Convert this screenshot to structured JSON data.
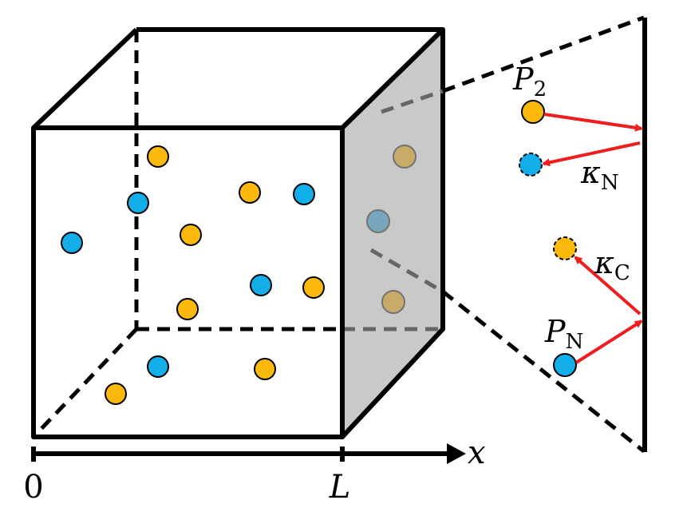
{
  "colors": {
    "orange_particle": "#FBBA0B",
    "blue_particle": "#11AEEA",
    "wall_fill": "#C9C9C9",
    "arrow": "#EE1E1E",
    "stroke": "#000000"
  },
  "labels": {
    "origin": "0",
    "length": "L",
    "axis": "x",
    "p2_main": "P",
    "p2_sub": "2",
    "pn_main": "P",
    "pn_sub": "N",
    "kappa_n_main": "κ",
    "kappa_n_sub": "N",
    "kappa_c_main": "κ",
    "kappa_c_sub": "C"
  },
  "particles": {
    "orange_count_in_box": 9,
    "blue_count_in_box": 6,
    "on_wall_count": 3
  },
  "icons": {
    "axis_arrow": "right-arrow-icon",
    "reflection_arrow": "red-arrow-icon"
  }
}
